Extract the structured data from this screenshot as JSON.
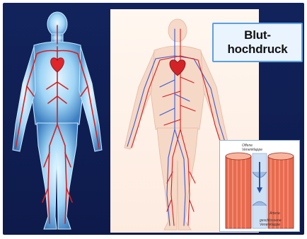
{
  "title": {
    "line1": "Blut-",
    "line2": "hochdruck"
  },
  "inset": {
    "label_top_1": "Offene",
    "label_top_2": "Venenklappe",
    "label_artery": "Arterie",
    "label_bottom_1": "geschlossene",
    "label_bottom_2": "Venenklappe"
  },
  "colors": {
    "background": "#12235c",
    "artery": "#d81e1e",
    "vein": "#3a5bd0",
    "body_glow": "#bfe6ff",
    "title_border": "#5aa0e0"
  }
}
